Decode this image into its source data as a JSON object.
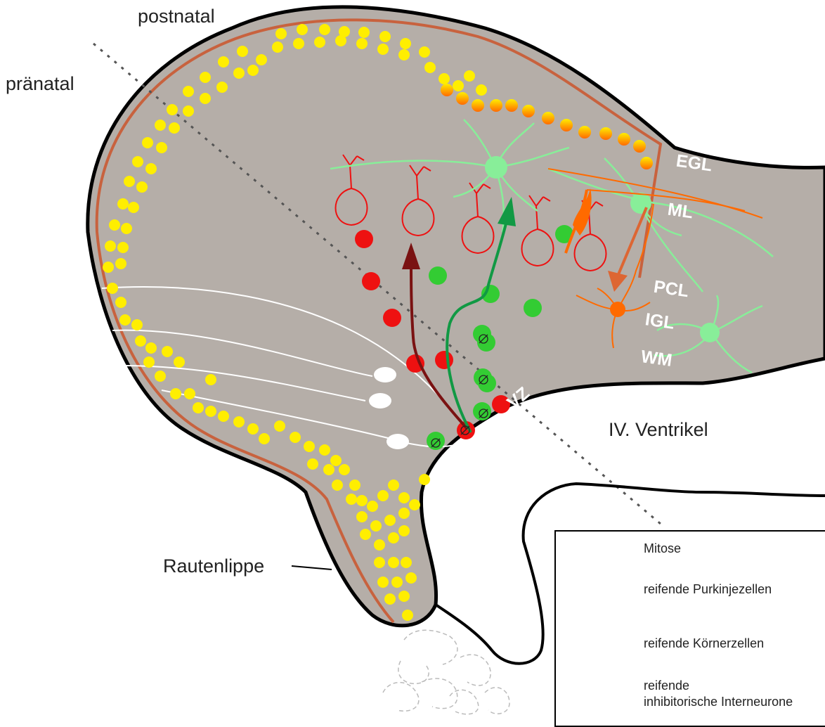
{
  "labels": {
    "postnatal": "postnatal",
    "praenatal": "pränatal",
    "rautenlippe": "Rautenlippe",
    "ventrikel": "IV. Ventrikel"
  },
  "layers": {
    "egl": "EGL",
    "ml": "ML",
    "pcl": "PCL",
    "igl": "IGL",
    "wm": "WM",
    "vz": "VZ"
  },
  "legend": {
    "mitose": "Mitose",
    "purkinje": "reifende Purkinjezellen",
    "koerner": "reifende Körnerzellen",
    "inter_line1": "reifende",
    "inter_line2": "inhibitorische Interneurone"
  },
  "colors": {
    "tissue": "#b5aea8",
    "outline": "#000000",
    "membrane": "#c8623e",
    "granule_precursor": "#ffee00",
    "purkinje": "#ee1111",
    "purkinje_arrow": "#7a1212",
    "interneuron_precursor": "#33cc33",
    "interneuron_mature": "#88ee99",
    "interneuron_arrow": "#119944",
    "granule_mature": "#ff6a00",
    "granule_arrow": "#dd6633"
  }
}
